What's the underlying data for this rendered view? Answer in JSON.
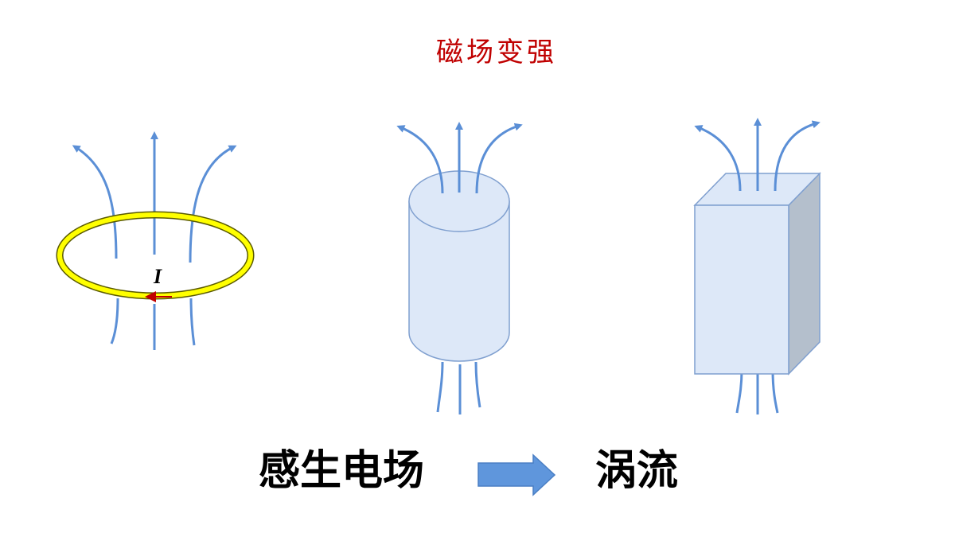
{
  "title": {
    "text": "磁场变强",
    "color": "#c00000"
  },
  "current_symbol": "I",
  "left_label": "感生电场",
  "right_label": "涡流",
  "colors": {
    "field_lines": "#5b8fd6",
    "loop_fill": "#ffff00",
    "loop_outline": "#5a5a00",
    "current_arrow": "#c00000",
    "solid_face": "#dde8f8",
    "solid_outline": "#7f9fcf",
    "box_side": "#b4bfcc",
    "process_arrow": "#5f96dc"
  },
  "icons": {
    "process_arrow": "right-arrow-icon"
  }
}
